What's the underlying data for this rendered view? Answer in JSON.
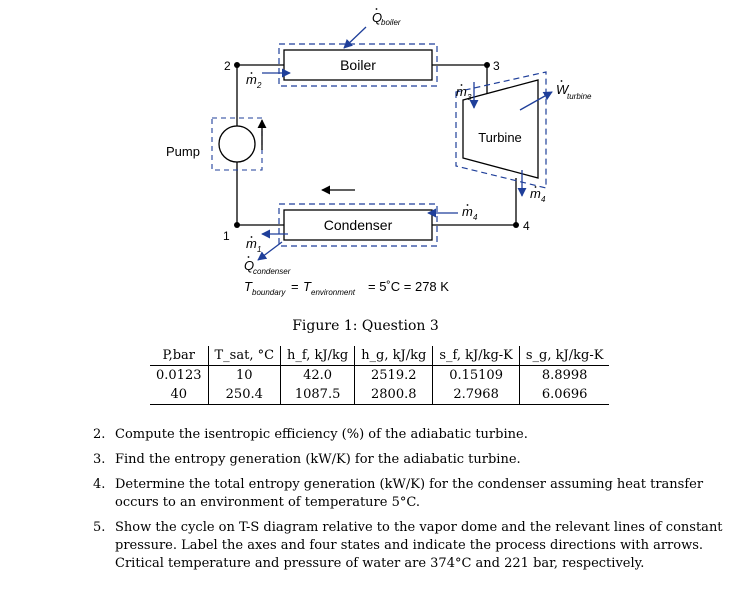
{
  "figure": {
    "labels": {
      "boiler_box": "Boiler",
      "condenser_box": "Condenser",
      "turbine_box": "Turbine",
      "pump": "Pump",
      "state_1": "1",
      "state_2": "2",
      "state_3": "3",
      "state_4": "4",
      "q_boiler_main": "Q",
      "q_boiler_sub": "boiler",
      "q_condenser_main": "Q",
      "q_condenser_sub": "condenser",
      "w_turbine_main": "W",
      "w_turbine_sub": "turbine",
      "m_main": "m",
      "m1_sub": "1",
      "m2_sub": "2",
      "m3_sub": "3",
      "m4_sub": "4",
      "t_boundary_main": "T",
      "t_boundary_sub": "boundary",
      "t_env_main": "T",
      "t_env_sub": "environment",
      "t_eq": "=",
      "t_value": "= 5˚C = 278 K"
    },
    "caption": "Figure 1: Question 3"
  },
  "table": {
    "headers": [
      "P,bar",
      "T_sat, °C",
      "h_f, kJ/kg",
      "h_g, kJ/kg",
      "s_f, kJ/kg-K",
      "s_g, kJ/kg-K"
    ],
    "rows": [
      [
        "0.0123",
        "10",
        "42.0",
        "2519.2",
        "0.15109",
        "8.8998"
      ],
      [
        "40",
        "250.4",
        "1087.5",
        "2800.8",
        "2.7968",
        "6.0696"
      ]
    ]
  },
  "questions": [
    {
      "num": "2.",
      "text": "Compute the isentropic efficiency (%) of the adiabatic turbine."
    },
    {
      "num": "3.",
      "text": "Find the entropy generation (kW/K) for the adiabatic turbine."
    },
    {
      "num": "4.",
      "text": "Determine the total entropy generation (kW/K) for the condenser assuming heat transfer occurs to an environment of temperature 5°C."
    },
    {
      "num": "5.",
      "text": "Show the cycle on T-S diagram relative to the vapor dome and the relevant lines of constant pressure. Label the axes and four states and indicate the process directions with arrows. Critical temperature and pressure of water are 374°C and 221 bar, respectively."
    }
  ]
}
